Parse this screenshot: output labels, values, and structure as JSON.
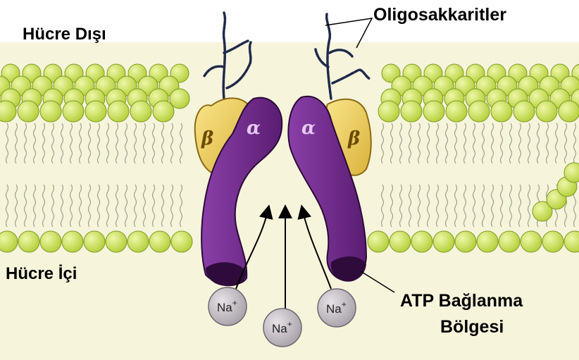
{
  "labels": {
    "extracellular": "Hücre Dışı",
    "intracellular": "Hücre İçi",
    "oligosaccharides": "Oligosakkaritler",
    "atp_line1": "ATP Bağlanma",
    "atp_line2": "Bölgesi"
  },
  "subunits": {
    "alpha_left": "α",
    "alpha_right": "α",
    "beta_left": "β",
    "beta_right": "β"
  },
  "ions": {
    "left": {
      "base": "Na",
      "charge": "+"
    },
    "middle": {
      "base": "Na",
      "charge": "+"
    },
    "right": {
      "base": "Na",
      "charge": "+"
    }
  },
  "colors": {
    "background": "#f7f4dc",
    "lipid_head": "#c8dd55",
    "lipid_head_stroke": "#7f9a24",
    "alpha_subunit": "#6b2a86",
    "alpha_dark": "#3a0f4a",
    "beta_subunit": "#f2d25c",
    "ion_fill": "#c8c2c8",
    "sugar_chain": "#1f2a4a"
  }
}
